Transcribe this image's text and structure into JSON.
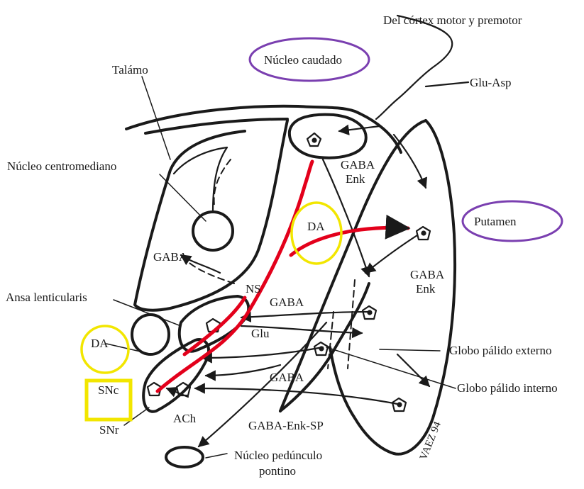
{
  "labels": {
    "cortex": "Del córtex motor y premotor",
    "glu_asp": "Glu-Asp",
    "caudado": "Núcleo caudado",
    "talamo": "Talámo",
    "centromediano": "Núcleo centromediano",
    "gaba_enk_top": "GABA",
    "enk_top": "Enk",
    "putamen": "Putamen",
    "da_upper": "DA",
    "gaba_left": "GABA",
    "gaba_enk_right": "GABA",
    "enk_right": "Enk",
    "ns": "NS",
    "ansa": "Ansa lenticularis",
    "gaba_mid": "GABA",
    "glu": "Glu",
    "da_lower": "DA",
    "gp_externo": "Globo pálido externo",
    "gaba_low": "GABA",
    "gp_interno": "Globo pálido interno",
    "snc": "SNc",
    "ach": "ACh",
    "gaba_enk_sp": "GABA-Enk-SP",
    "snr": "SNr",
    "pedunculo_1": "Núcleo pedúnculo",
    "pedunculo_2": "pontino",
    "signature": "VAEZ 94"
  },
  "colors": {
    "pathway": "#e3001b",
    "highlight_purple": "#7a3fb0",
    "highlight_yellow": "#f2e600",
    "ink": "#1a1a1a"
  }
}
